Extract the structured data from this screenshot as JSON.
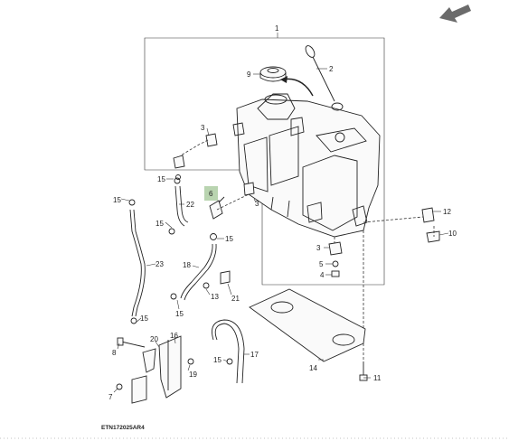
{
  "document_code": "ETN172025AR4",
  "icons": {
    "direction_arrow": "direction-arrow-icon",
    "direction_arrow_color": "#6b6b6b",
    "highlight_color": "#b9d4b0"
  },
  "callouts": {
    "c1": "1",
    "c2": "2",
    "c3a": "3",
    "c3b": "3",
    "c3c": "3",
    "c4": "4",
    "c5": "5",
    "c6": "6",
    "c7": "7",
    "c8": "8",
    "c9": "9",
    "c10": "10",
    "c11": "11",
    "c12": "12",
    "c13": "13",
    "c14": "14",
    "c15a": "15",
    "c15b": "15",
    "c15c": "15",
    "c15d": "15",
    "c15e": "15",
    "c15f": "15",
    "c15g": "15",
    "c16": "16",
    "c17": "17",
    "c18": "18",
    "c19": "19",
    "c20": "20",
    "c21": "21",
    "c22": "22",
    "c23": "23"
  }
}
